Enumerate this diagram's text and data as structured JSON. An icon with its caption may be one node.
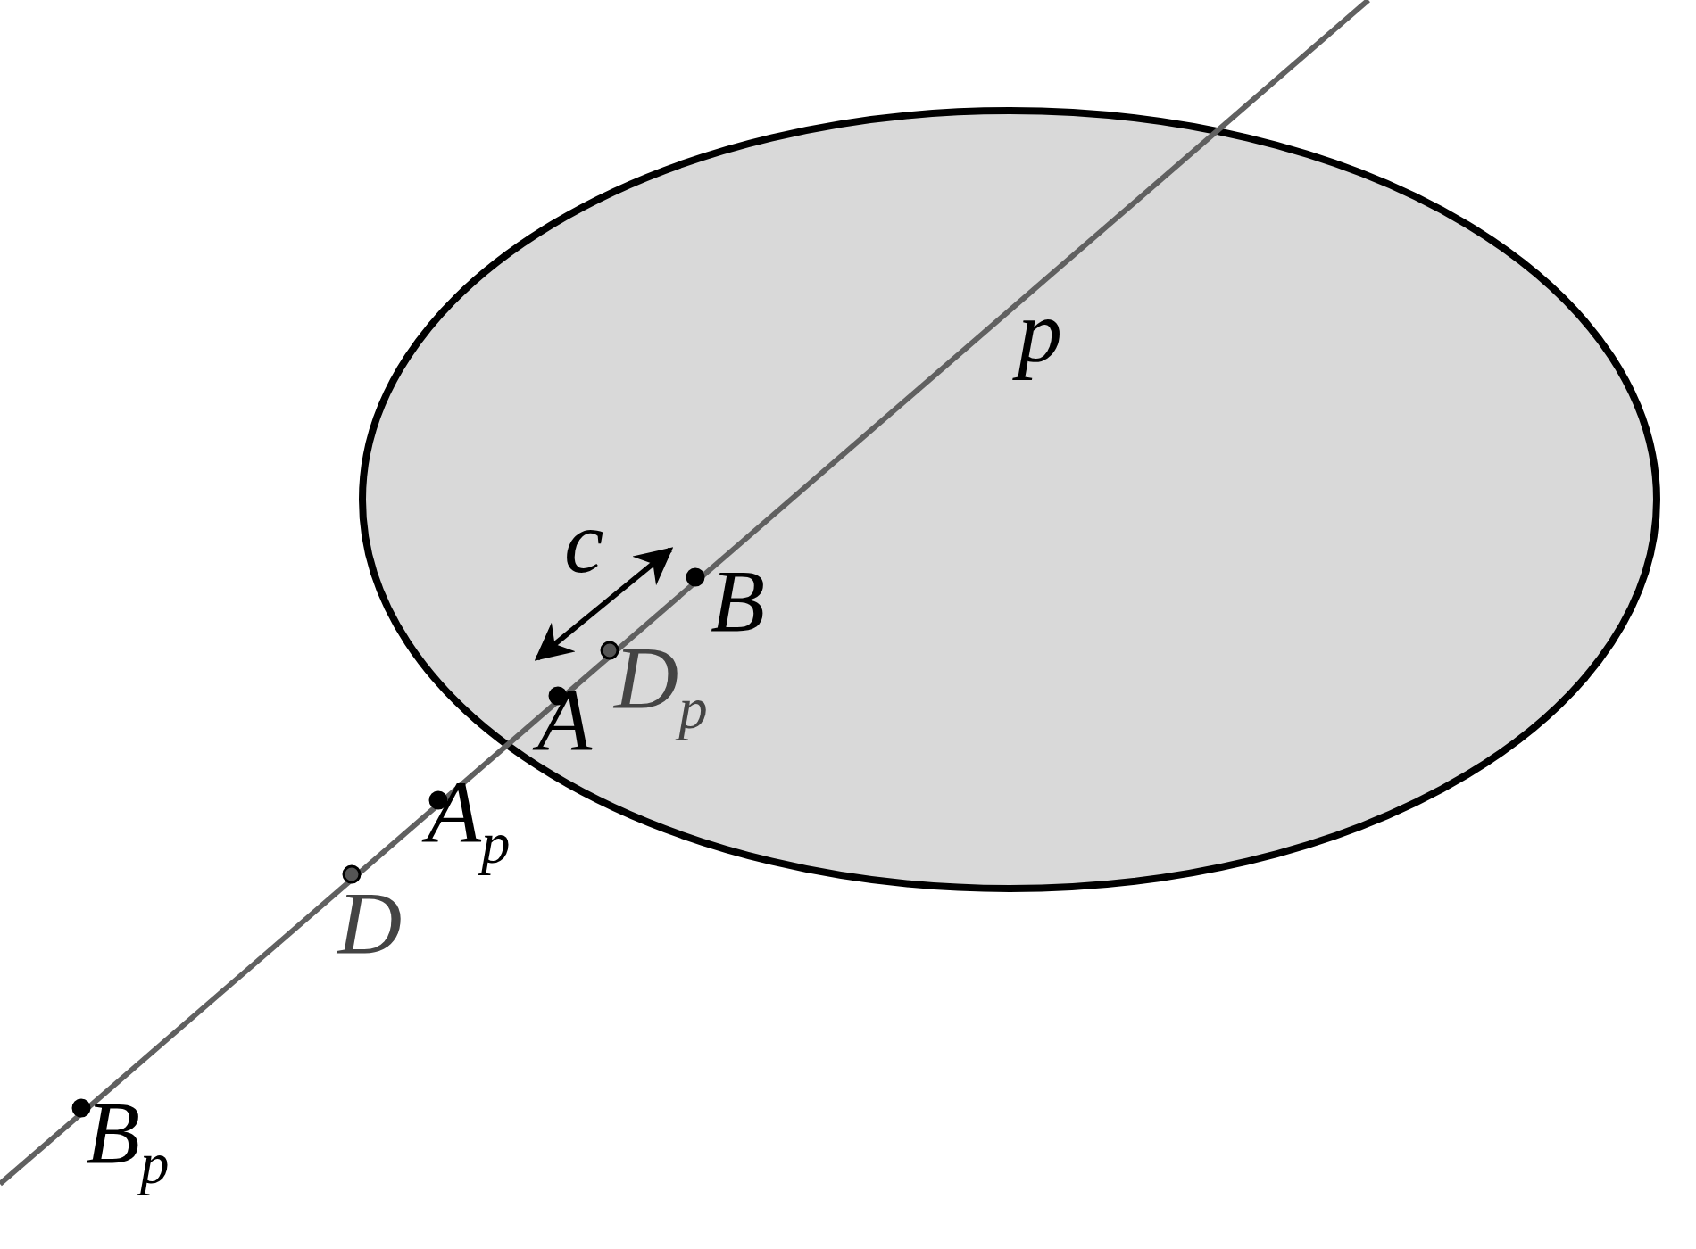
{
  "diagram": {
    "labels": [
      "p",
      "c",
      "B",
      "D$_{p}$",
      "A",
      "A$_{p}$",
      "D",
      "B$_{p}$"
    ]
  }
}
